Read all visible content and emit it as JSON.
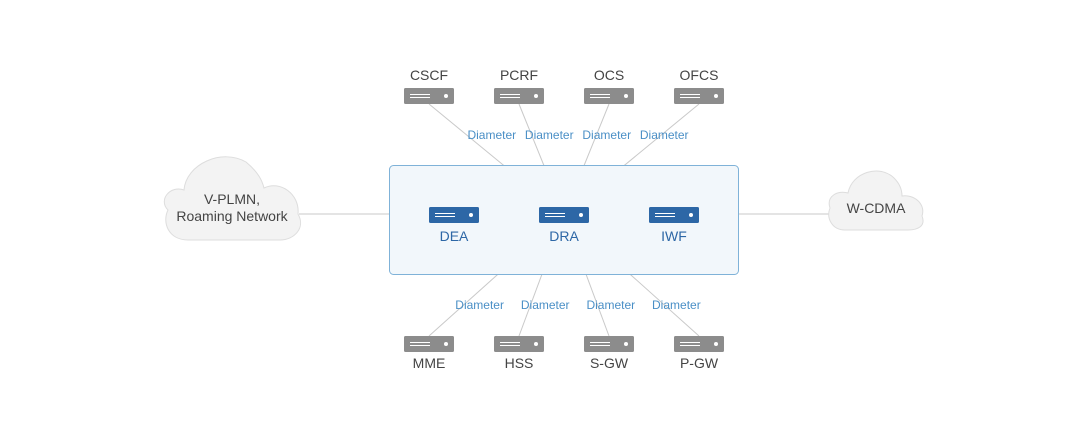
{
  "colors": {
    "link": "#c9c9c9",
    "server_gray": "#8c8c8c",
    "server_blue": "#2d67a6",
    "diameter_text": "#4a8fc6",
    "inner_label": "#2d67a6",
    "panel_fill": "#f2f7fb",
    "panel_border": "#7fb2d8",
    "cloud_fill": "#f3f3f3",
    "cloud_stroke": "#dddddd",
    "text_dark": "#444444"
  },
  "top_nodes": [
    {
      "label": "CSCF",
      "link_label": "Diameter"
    },
    {
      "label": "PCRF",
      "link_label": "Diameter"
    },
    {
      "label": "OCS",
      "link_label": "Diameter"
    },
    {
      "label": "OFCS",
      "link_label": "Diameter"
    }
  ],
  "bottom_nodes": [
    {
      "label": "MME",
      "link_label": "Diameter"
    },
    {
      "label": "HSS",
      "link_label": "Diameter"
    },
    {
      "label": "S-GW",
      "link_label": "Diameter"
    },
    {
      "label": "P-GW",
      "link_label": "Diameter"
    }
  ],
  "core_nodes": [
    {
      "label": "DEA"
    },
    {
      "label": "DRA"
    },
    {
      "label": "IWF"
    }
  ],
  "left_cloud": {
    "lines": [
      "V-PLMN,",
      "Roaming Network"
    ]
  },
  "right_cloud": {
    "lines": [
      "W-CDMA"
    ]
  }
}
